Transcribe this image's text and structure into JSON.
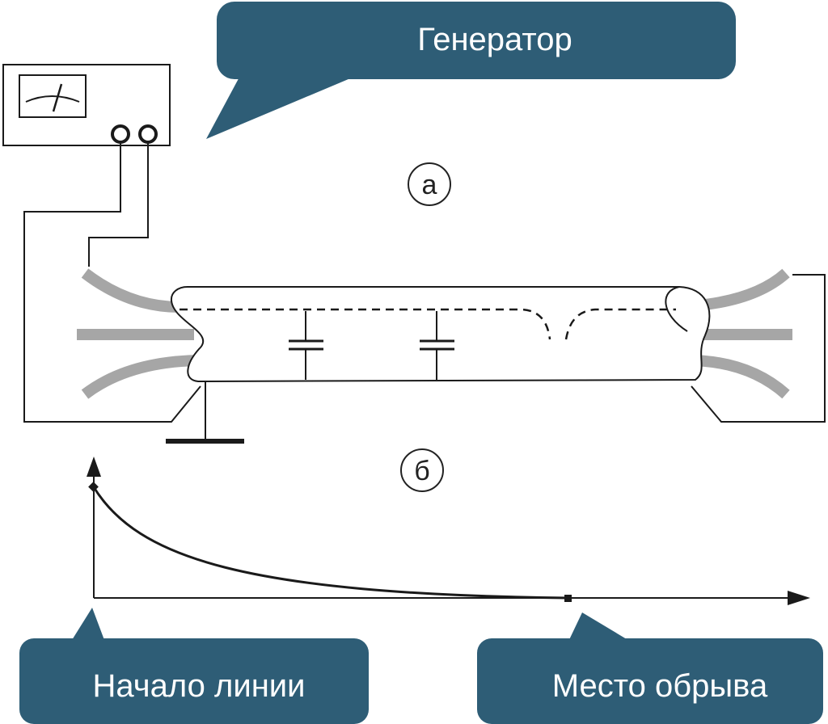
{
  "labels": {
    "generator": "Генератор",
    "panel_a": "а",
    "panel_b": "б",
    "line_start": "Начало линии",
    "break_point": "Место обрыва"
  },
  "colors": {
    "callout_fill": "#2e5d76",
    "callout_text": "#ffffff",
    "wire_gray": "#a6a6a6",
    "stroke": "#1a1a1a"
  },
  "icons": {
    "generator_meter": "analog-meter-icon",
    "terminals": "terminal-icon",
    "ground": "ground-icon",
    "capacitor": "capacitor-icon"
  }
}
